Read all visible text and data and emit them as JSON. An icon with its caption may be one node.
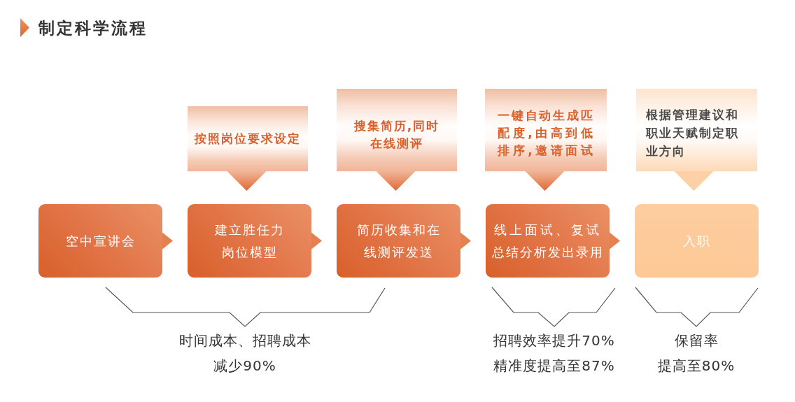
{
  "diagram": {
    "title": "制定科学流程",
    "nodes": [
      {
        "text": [
          "按照岗位要求设定"
        ]
      },
      {
        "text": [
          "搜集简历,同时在线测评"
        ]
      },
      {
        "text": [
          "一键自动生成匹配度,由高到低排序,邀请面试"
        ]
      },
      {
        "text": [
          "根据管理建议和职业天赋制定职业方向"
        ]
      },
      {
        "text": [
          "空中宣讲会"
        ]
      },
      {
        "text": [
          "建立胜任力岗位模型"
        ]
      },
      {
        "text": [
          "简历收集和在线测评发送"
        ]
      },
      {
        "text": [
          "线上面试、复试总结分析发出录用"
        ]
      },
      {
        "text": [
          "入职"
        ]
      }
    ],
    "edges": [
      {
        "from": 4,
        "to": 5,
        "arrow": "to"
      },
      {
        "from": 5,
        "to": 6,
        "arrow": "to"
      },
      {
        "from": 6,
        "to": 7,
        "arrow": "to"
      },
      {
        "from": 7,
        "to": 8,
        "arrow": "to"
      },
      {
        "from": 0,
        "to": 5,
        "arrow": "to"
      },
      {
        "from": 1,
        "to": 6,
        "arrow": "to"
      },
      {
        "from": 2,
        "to": 7,
        "arrow": "to"
      },
      {
        "from": 3,
        "to": 8,
        "arrow": "to",
        "color": "#fdd0a6"
      }
    ],
    "labels": [
      "时间成本、招聘成本",
      "减少90%",
      "招聘效率提升70%",
      "精准度提高至87%",
      "保留率",
      "提高至80%"
    ]
  }
}
